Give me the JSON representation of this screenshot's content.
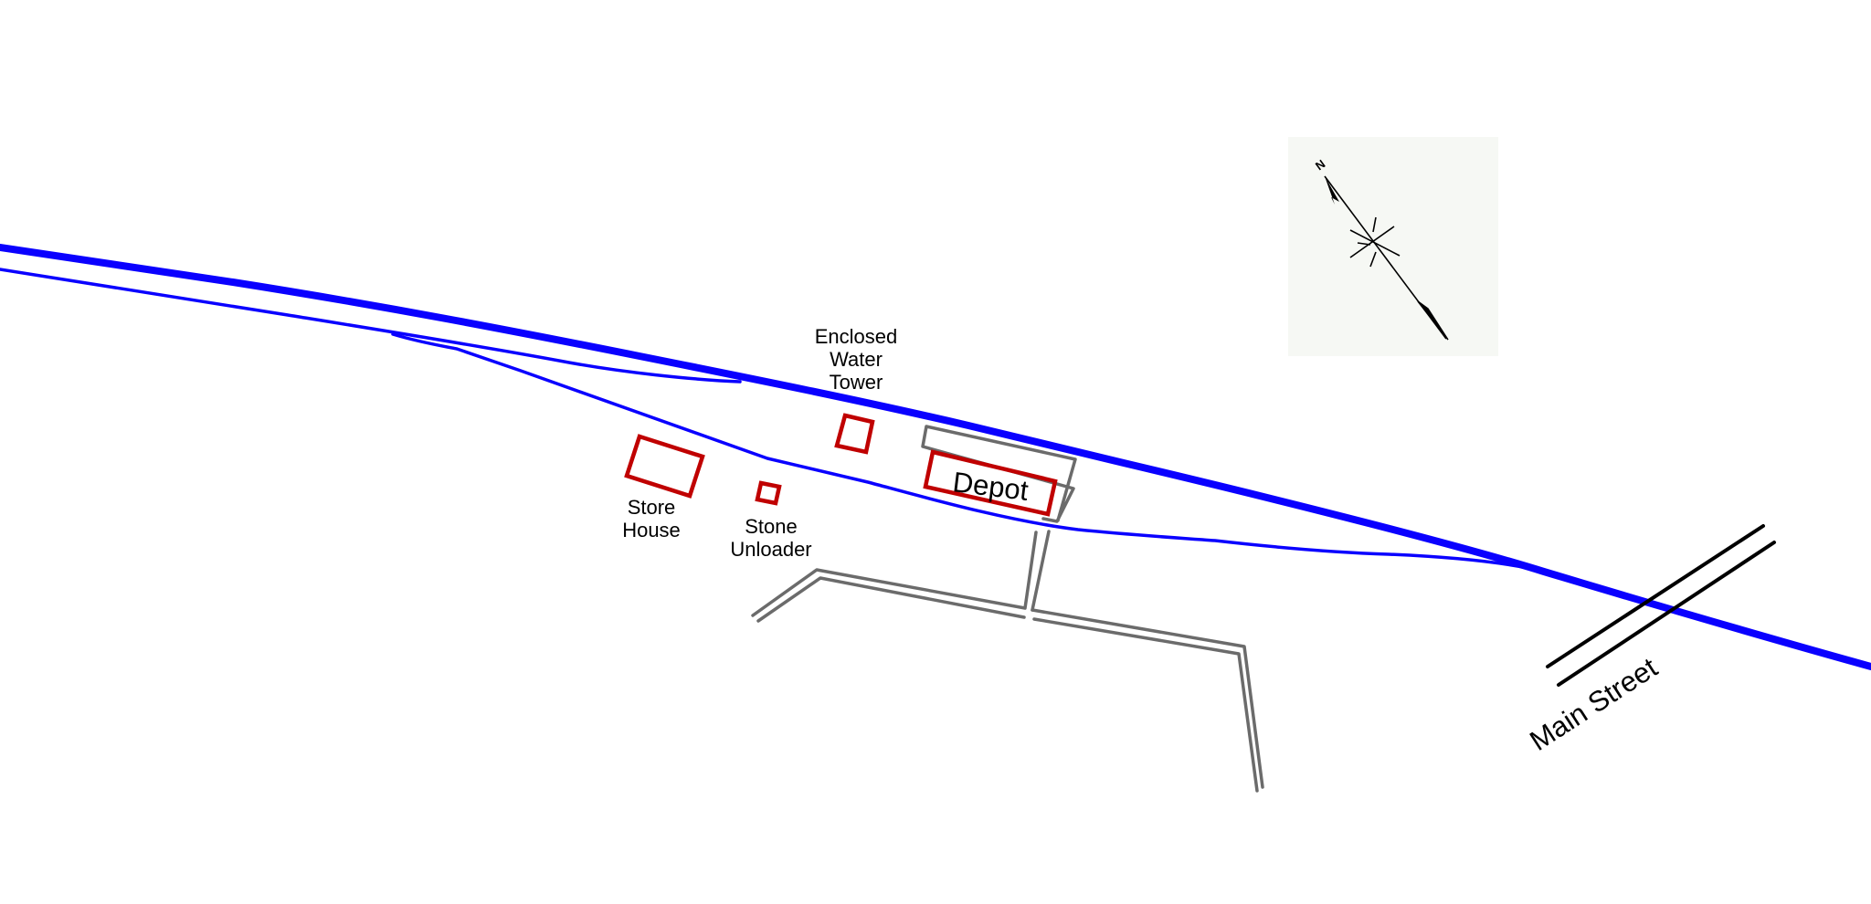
{
  "map": {
    "labels": {
      "water_tower": [
        "Enclosed",
        "Water",
        "Tower"
      ],
      "store_house": [
        "Store",
        "House"
      ],
      "stone_unloader": [
        "Stone",
        "Unloader"
      ],
      "depot": "Depot",
      "main_street": "Main Street",
      "compass_north": "N"
    },
    "colors": {
      "rail": "#0a00ff",
      "building": "#c00000",
      "platform": "#6b6b6b",
      "street": "#000000",
      "compass_bg": "#f6f8f4"
    },
    "icons": {
      "compass": "compass-rose-icon"
    }
  }
}
